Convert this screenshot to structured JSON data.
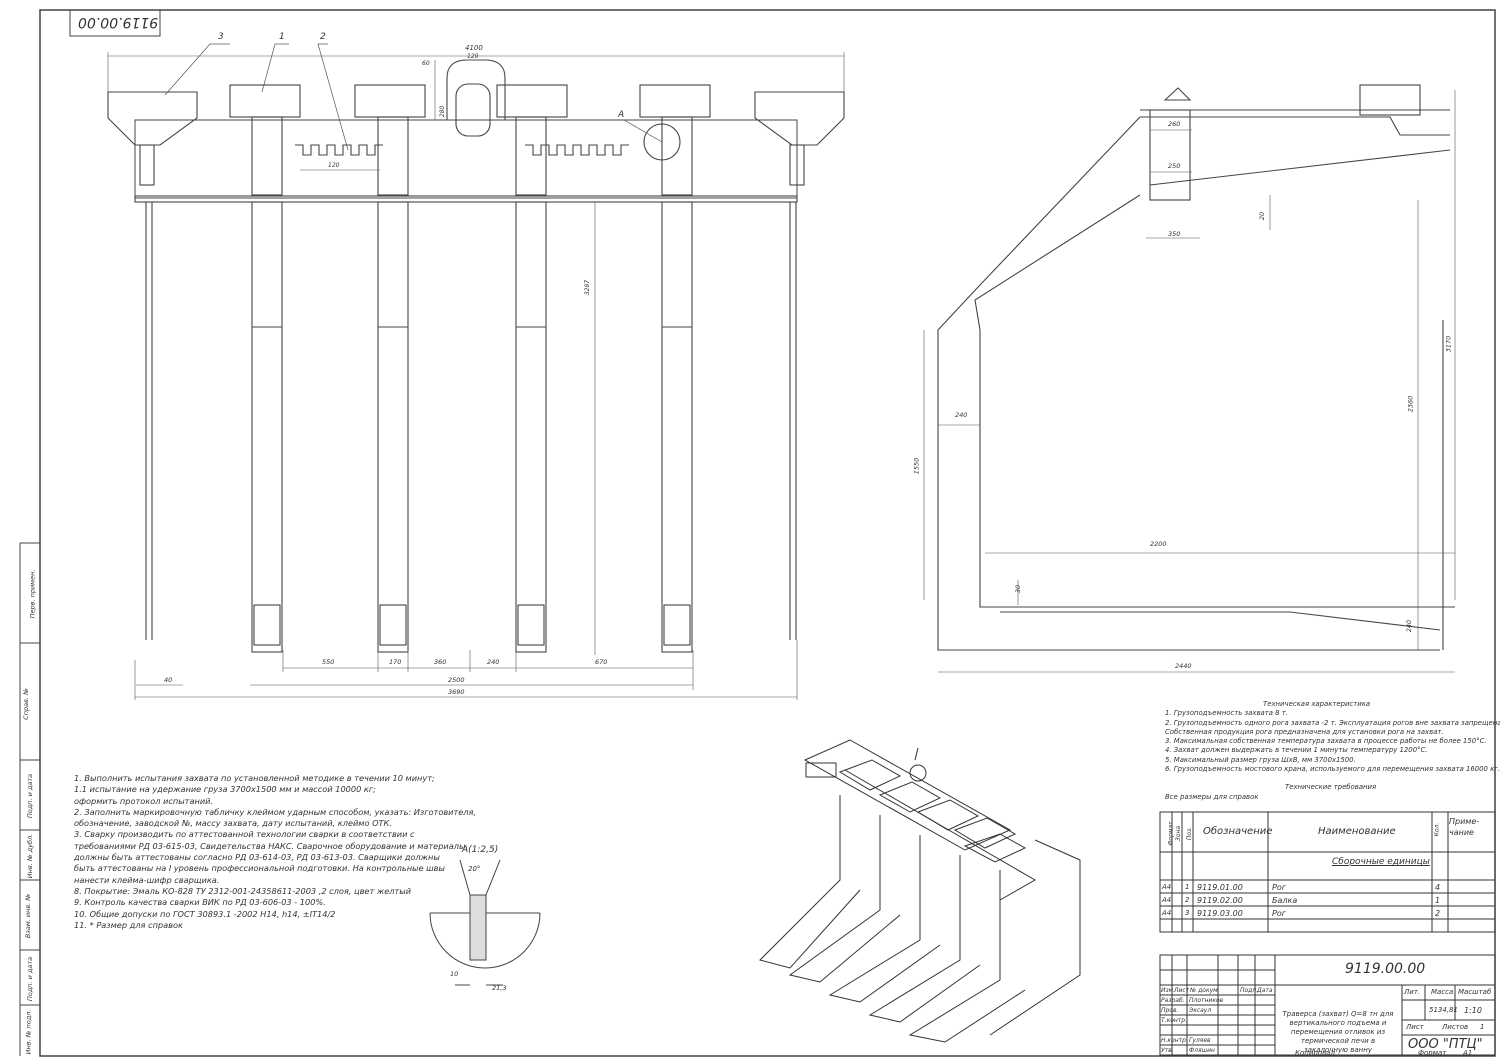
{
  "stamp_top": "9119.00.00",
  "front_view": {
    "callouts": [
      "3",
      "1",
      "2"
    ],
    "dims_top": {
      "overall": "4100",
      "lug_width": "120",
      "lug_gap": "60",
      "lug_height": "280",
      "tooth_pitch": "120",
      "height": "3287"
    },
    "detail_ref": "A",
    "dims_bottom": {
      "d1": "550",
      "d2": "170",
      "d3": "360",
      "d4": "240",
      "d5": "670",
      "d6": "40",
      "d7": "2500",
      "d8": "3690"
    }
  },
  "side_view": {
    "dims": {
      "d260": "260",
      "d250": "250",
      "d350": "350",
      "d20": "20",
      "d3170": "3170",
      "d2360": "2360",
      "d240a": "240",
      "d1550": "1550",
      "d2200": "2200",
      "d30": "30",
      "d240b": "240",
      "d2440": "2440"
    }
  },
  "detail_a": {
    "title": "A(1:2,5)",
    "angle": "20°",
    "gap": "10",
    "width": "21,3"
  },
  "notes": [
    "1. Выполнить испытания захвата по установленной методике в течении 10 минут;",
    "   1.1 испытание на удержание груза 3700х1500 мм и массой 10000 кг;",
    "   оформить протокол испытаний.",
    "2. Заполнить маркировочную табличку клеймом ударным способом, указать: Изготовителя,",
    "   обозначение, заводской №, массу захвата, дату испытаний, клеймо ОТК.",
    "3. Сварку производить по аттестованной технологии сварки в соответствии с",
    "   требованиями РД 03-615-03, Свидетельства НАКС. Сварочное оборудование и материалы",
    "   должны быть аттестованы согласно РД 03-614-03, РД 03-613-03. Сварщики должны",
    "   быть аттестованы на I уровень профессиональной подготовки. На контрольные швы",
    "   нанести клейма-шифр сварщика.",
    "8. Покрытие: Эмаль КО-828 ТУ 2312-001-24358611-2003 ,2 слоя, цвет желтый",
    "9. Контроль качества сварки ВИК по РД 03-606-03 - 100%.",
    "10. Общие допуски по ГОСТ 30893.1 -2002 Н14, h14, ±IT14/2",
    "11. * Размер для справок"
  ],
  "tech_title": "Техническая характеристика",
  "tech_items": [
    "1. Грузоподъемность захвата 8 т.",
    "2. Грузоподъемность одного рога захвата -2 т. Эксплуатация рогов вне захвата запрещена.",
    "Собственная продукция рога предназначена для установки рога на захват.",
    "3. Максимальная собственная температура захвата в процессе работы не более 150°С.",
    "4. Захват должен выдержать в течении 1 минуты температуру 1200°С.",
    "5. Максимальный размер груза ШхВ, мм 3700х1500.",
    "6. Грузоподъемность мостового крана, используемого для перемещения захвата 16000 кг."
  ],
  "tech_req_title": "Технические требования",
  "tech_req": "Все размеры для справок",
  "spec": {
    "headers": {
      "format": "Формат",
      "zone": "Зона",
      "pos": "Поз.",
      "designation": "Обозначение",
      "name": "Наименование",
      "qty": "Кол.",
      "note": "Приме-чание"
    },
    "section": "Сборочные единицы",
    "rows": [
      {
        "format": "А4",
        "pos": "1",
        "designation": "9119.01.00",
        "name": "Рог",
        "qty": "4"
      },
      {
        "format": "А4",
        "pos": "2",
        "designation": "9119.02.00",
        "name": "Балка",
        "qty": "1"
      },
      {
        "format": "А4",
        "pos": "3",
        "designation": "9119.03.00",
        "name": "Рог",
        "qty": "2"
      }
    ]
  },
  "title_block": {
    "code": "9119.00.00",
    "title": "Траверса (захват) Q=8 тн для вертикального подъема и перемещения отливок из термической печи в закалочную ванну",
    "lit": "Лит.",
    "mass_label": "Масса",
    "scale_label": "Масштаб",
    "mass": "5134,81",
    "scale": "1:10",
    "sheet": "Лист",
    "sheets": "Листов",
    "sheets_value": "1",
    "company": "ООО \"ПТЦ\"",
    "roles": [
      "Изм.",
      "Лист",
      "№ докум.",
      "Подп.",
      "Дата"
    ],
    "people": [
      {
        "role": "Разраб.",
        "name": "Плотников"
      },
      {
        "role": "Пров.",
        "name": "Эксаул"
      },
      {
        "role": "Т.контр.",
        "name": ""
      },
      {
        "role": "",
        "name": ""
      },
      {
        "role": "Н.контр.",
        "name": "Гуляев"
      },
      {
        "role": "Утв.",
        "name": "Фляшин"
      }
    ],
    "copied": "Копировал",
    "format": "Формат",
    "format_value": "А1"
  },
  "side_labels": [
    "Перв. примен.",
    "Справ. №",
    "Подп. и дата",
    "Инв. № дубл.",
    "Взам. инв. №",
    "Подп. и дата",
    "Инв. № подл."
  ]
}
